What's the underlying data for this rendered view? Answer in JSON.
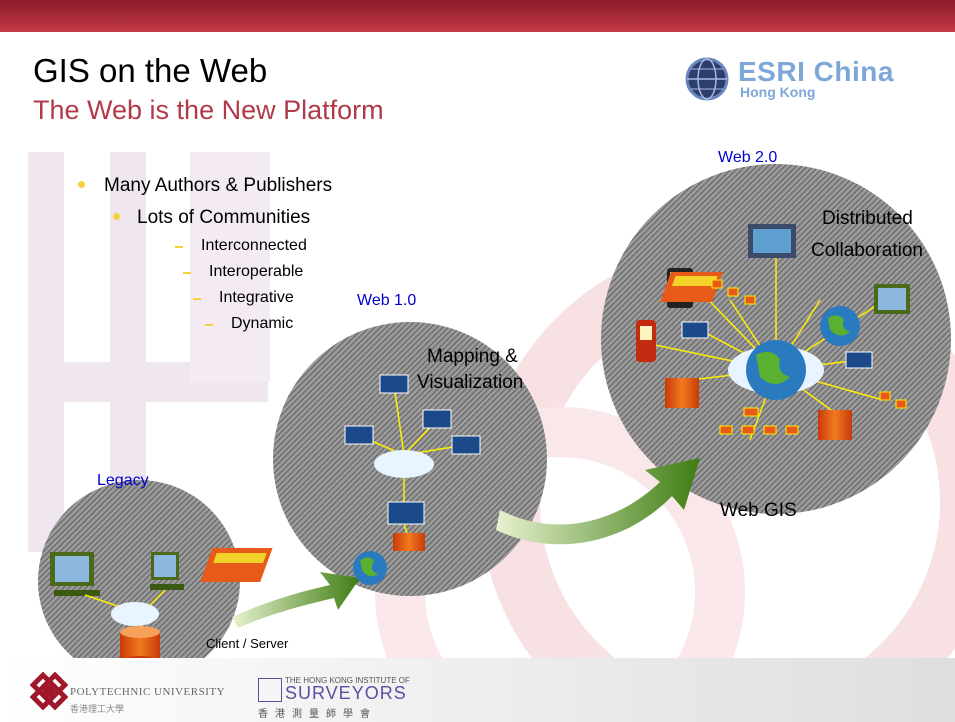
{
  "slide": {
    "title": "GIS on the Web",
    "subtitle": "The Web is the New Platform",
    "logo": {
      "name": "ESRI China",
      "sub": "Hong Kong"
    },
    "bullets": {
      "level1": "Many Authors & Publishers",
      "level2": "Lots of Communities",
      "level3": [
        "Interconnected",
        "Interoperable",
        "Integrative",
        "Dynamic"
      ]
    },
    "stages": {
      "legacy": {
        "label": "Legacy",
        "caption": "Client / Server"
      },
      "web1": {
        "label": "Web 1.0",
        "caption_line1": "Mapping &",
        "caption_line2": "Visualization"
      },
      "web2": {
        "label": "Web 2.0",
        "caption_line1": "Distributed",
        "caption_line2": "Collaboration",
        "caption_bottom": "Web GIS"
      }
    },
    "footer": {
      "poly": "POLYTECHNIC UNIVERSITY",
      "poly_sub": "香港理工大學",
      "surveyors_small": "THE HONG KONG INSTITUTE OF",
      "surveyors": "SURVEYORS",
      "surveyors_sub": "香港測量師學會"
    },
    "colors": {
      "topbar": "#b02f3f",
      "subtitle": "#b23a48",
      "blue_label": "#0000cc",
      "logo": "#7da7d9",
      "arrow": "#4a8a1c"
    }
  }
}
